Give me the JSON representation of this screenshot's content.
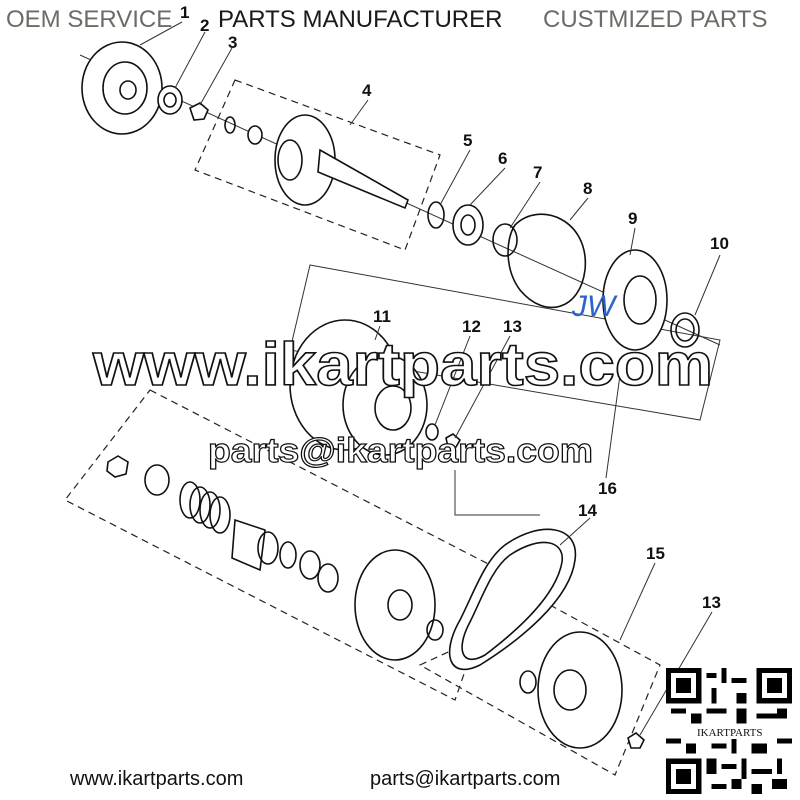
{
  "header": {
    "left": "OEM SERVICE",
    "middle": "PARTS MANUFACTURER",
    "right": "CUSTMIZED PARTS"
  },
  "callouts": [
    "1",
    "2",
    "3",
    "4",
    "5",
    "6",
    "7",
    "8",
    "9",
    "10",
    "11",
    "12",
    "13",
    "16",
    "14",
    "15",
    "13"
  ],
  "watermark": {
    "main": "www.ikartparts.com",
    "email": "parts@ikartparts.com",
    "logo": "JW"
  },
  "footer": {
    "website": "www.ikartparts.com",
    "email": "parts@ikartparts.com"
  },
  "qr": {
    "label": "IKARTPARTS"
  },
  "colors": {
    "header_grey": "#6e6a66",
    "logo_blue": "#2a63c9"
  }
}
